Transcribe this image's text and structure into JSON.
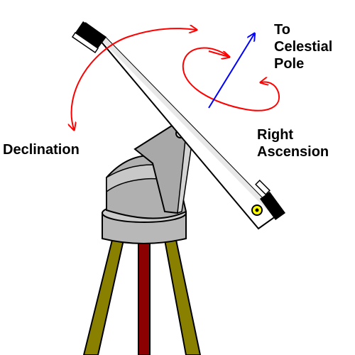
{
  "labels": {
    "declination": "Declination",
    "celestial_pole": [
      "To",
      "Celestial",
      "Pole"
    ],
    "right_ascension": [
      "Right",
      "Ascension"
    ]
  },
  "colors": {
    "rotation_arrows": "#ff0000",
    "pole_arrow": "#0000ff",
    "tripod_legs": "#8a8000",
    "center_pole": "#8b0000",
    "mount": "#b8b8b8",
    "tube": "#ffffff"
  },
  "icons": [
    "declination-rotation-arrow-icon",
    "right-ascension-rotation-arrow-icon",
    "celestial-pole-arrow-icon",
    "telescope-icon",
    "tripod-icon"
  ]
}
